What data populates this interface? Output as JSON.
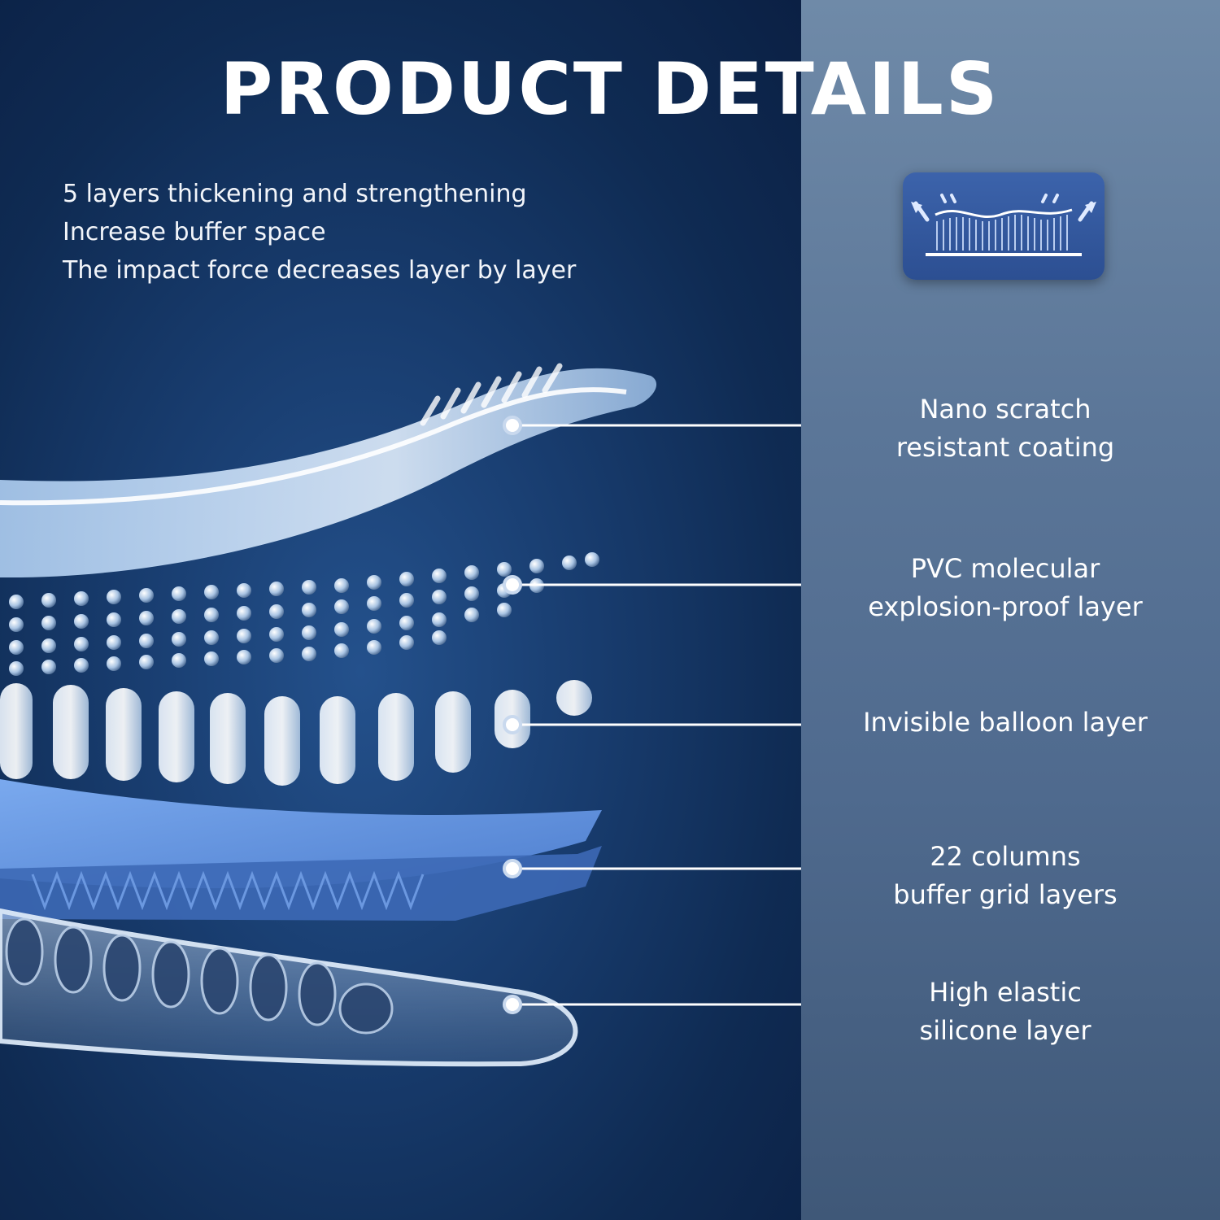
{
  "title": "PRODUCT DETAILS",
  "intro": {
    "lines": [
      "5 layers thickening and strengthening",
      "Increase buffer space",
      "The impact force decreases layer by layer"
    ]
  },
  "badge": {
    "icon": "wave-buffer-icon"
  },
  "layers": [
    {
      "line1": "Nano scratch",
      "line2": "resistant coating"
    },
    {
      "line1": "PVC molecular",
      "line2": "explosion-proof layer"
    },
    {
      "line1": "Invisible balloon layer",
      "line2": ""
    },
    {
      "line1": "22 columns",
      "line2": "buffer grid layers"
    },
    {
      "line1": "High elastic",
      "line2": "silicone layer"
    }
  ],
  "colors": {
    "background_left": "#183c6e",
    "background_right": "#5b7698",
    "accent_blue": "#6f9fe6",
    "text": "#ffffff"
  }
}
